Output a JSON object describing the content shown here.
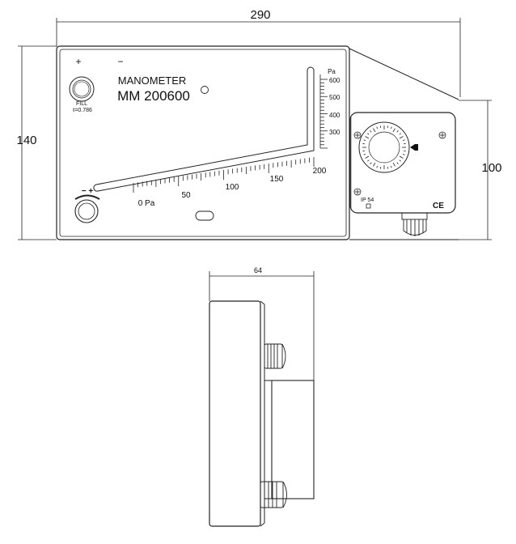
{
  "dimensions": {
    "overall_width": "290",
    "overall_height": "140",
    "switch_height": "100",
    "side_depth": "64"
  },
  "manometer": {
    "title": "MANOMETER",
    "model": "MM 200600",
    "plus_sign": "+",
    "minus_sign": "−",
    "fill_label": "FILL",
    "density_label": "ℓ=0.786",
    "zero_adjust_signs": "− +",
    "vertical_unit": "Pa",
    "vertical_scale": [
      "600",
      "500",
      "400",
      "300"
    ],
    "incline_scale": [
      "0 Pa",
      "50",
      "100",
      "150",
      "200"
    ]
  },
  "pressure_switch": {
    "ip_rating": "IP 54",
    "ce_mark": "CE"
  }
}
